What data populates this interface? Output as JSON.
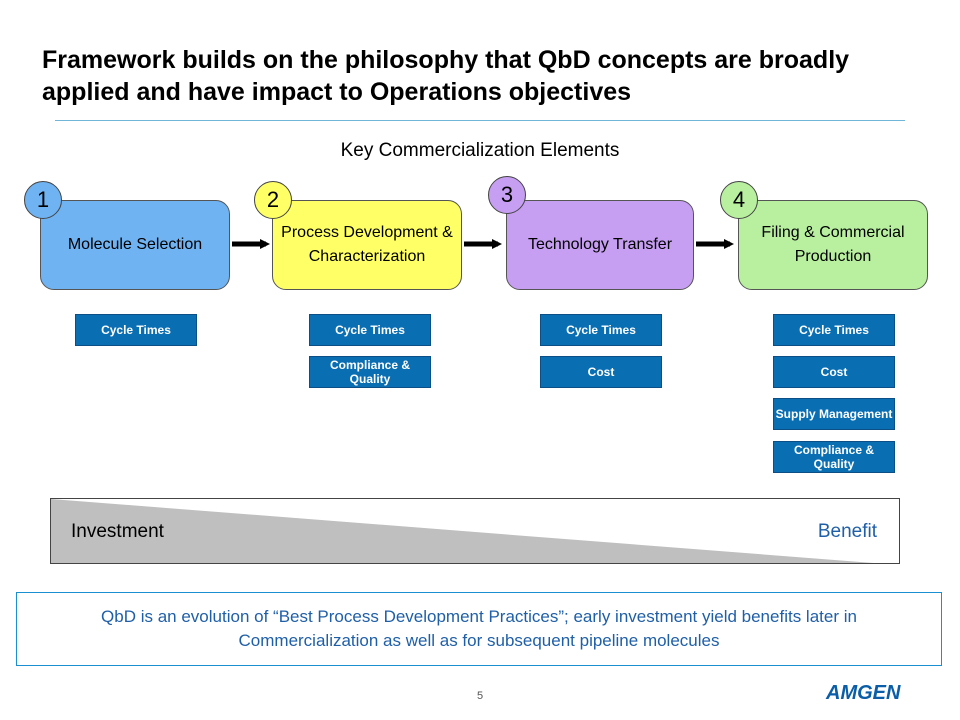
{
  "title": "Framework builds on the philosophy that QbD concepts are broadly applied and have impact to Operations objectives",
  "subtitle": "Key Commercialization Elements",
  "stages": [
    {
      "number": "1",
      "label": "Molecule Selection",
      "color": "#6fb3f2",
      "tags": [
        "Cycle Times"
      ]
    },
    {
      "number": "2",
      "label": "Process Development & Characterization",
      "color": "#ffff66",
      "tags": [
        "Cycle Times",
        "Compliance & Quality"
      ]
    },
    {
      "number": "3",
      "label": "Technology Transfer",
      "color": "#c79ff2",
      "tags": [
        "Cycle Times",
        "Cost"
      ]
    },
    {
      "number": "4",
      "label": "Filing & Commercial Production",
      "color": "#b8f0a0",
      "tags": [
        "Cycle Times",
        "Cost",
        "Supply Management",
        "Compliance & Quality"
      ]
    }
  ],
  "balance": {
    "left_label": "Investment",
    "right_label": "Benefit",
    "fill_color": "#bfbfbf",
    "benefit_color": "#1f5fa8"
  },
  "callout": "QbD is an evolution of “Best Process Development Practices”; early investment yield benefits later in Commercialization as well as for subsequent pipeline molecules",
  "page_number": "5",
  "logo_text": "AMGEN"
}
